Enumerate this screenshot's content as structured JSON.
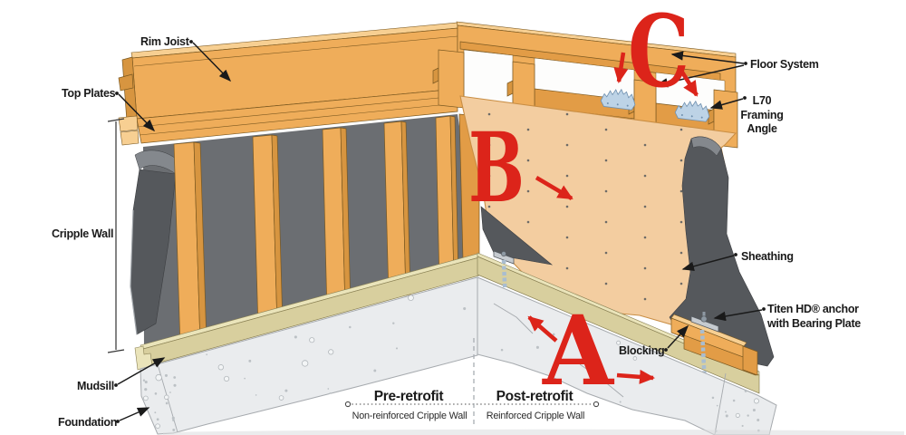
{
  "labels": {
    "rim_joist": "Rim Joist",
    "top_plates": "Top Plates",
    "cripple_wall": "Cripple Wall",
    "mudsill": "Mudsill",
    "foundation": "Foundation",
    "floor_system": "Floor System",
    "l70_1": "L70",
    "l70_2": "Framing",
    "l70_3": "Angle",
    "sheathing": "Sheathing",
    "titen_1": "Titen HD® anchor",
    "titen_2": "with Bearing Plate",
    "blocking": "Blocking"
  },
  "legend": {
    "pre_title": "Pre-retrofit",
    "pre_sub": "Non-reinforced Cripple Wall",
    "post_title": "Post-retrofit",
    "post_sub": "Reinforced Cripple Wall"
  },
  "markers": {
    "a": "A",
    "b": "B",
    "c": "C"
  },
  "colors": {
    "red": "#DC241A",
    "ink": "#1A1A1A",
    "white": "#FFFFFF",
    "wood": "#EFAD5A",
    "wood_light": "#F7CF92",
    "wood_dark": "#D79540",
    "wood_deep": "#E29C46",
    "sheathing": "#F3CDA0",
    "mudsill": "#D8CF9E",
    "mudsill_light": "#EAE4BA",
    "field_gray": "#6B6E72",
    "felt": "#55585C",
    "felt_roll": "#84888D",
    "concrete": "#EAECEE",
    "concrete_line": "#A6AAAE",
    "metal": "#BDD3E6",
    "metal_dark": "#6E8FAE",
    "steel": "#C6CBD0"
  }
}
